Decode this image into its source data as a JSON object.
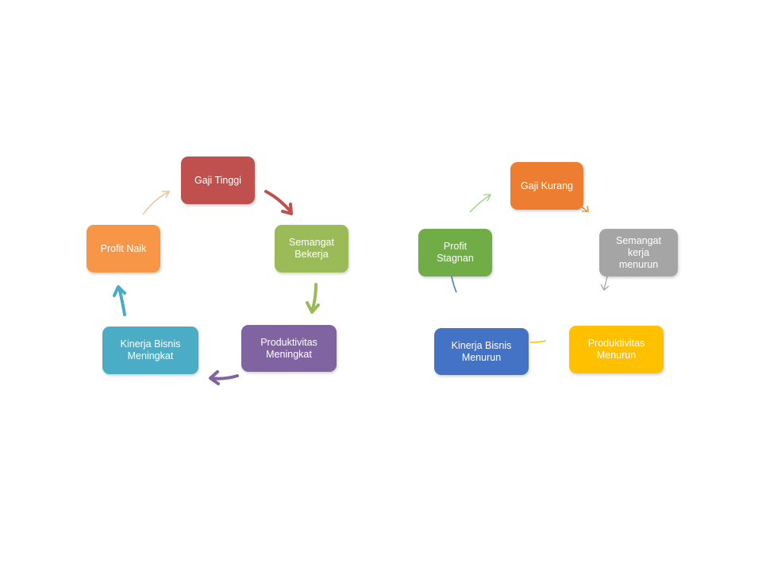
{
  "diagrams": [
    {
      "nodes": [
        {
          "label": "Gaji Tinggi",
          "color": "#C0504D"
        },
        {
          "label": "Semangat\nBekerja",
          "color": "#9BBB59"
        },
        {
          "label": "Produktivitas\nMeningkat",
          "color": "#8064A2"
        },
        {
          "label": "Kinerja Bisnis\nMeningkat",
          "color": "#4BACC6"
        },
        {
          "label": "Profit Naik",
          "color": "#F79646"
        }
      ]
    },
    {
      "nodes": [
        {
          "label": "Gaji Kurang",
          "color": "#ED7D31"
        },
        {
          "label": "Semangat\nkerja\nmenurun",
          "color": "#A5A5A5"
        },
        {
          "label": "Produktivitas\nMenurun",
          "color": "#FFC000"
        },
        {
          "label": "Kinerja Bisnis\nMenurun",
          "color": "#4472C4"
        },
        {
          "label": "Profit\nStagnan",
          "color": "#70AD47"
        }
      ]
    }
  ]
}
